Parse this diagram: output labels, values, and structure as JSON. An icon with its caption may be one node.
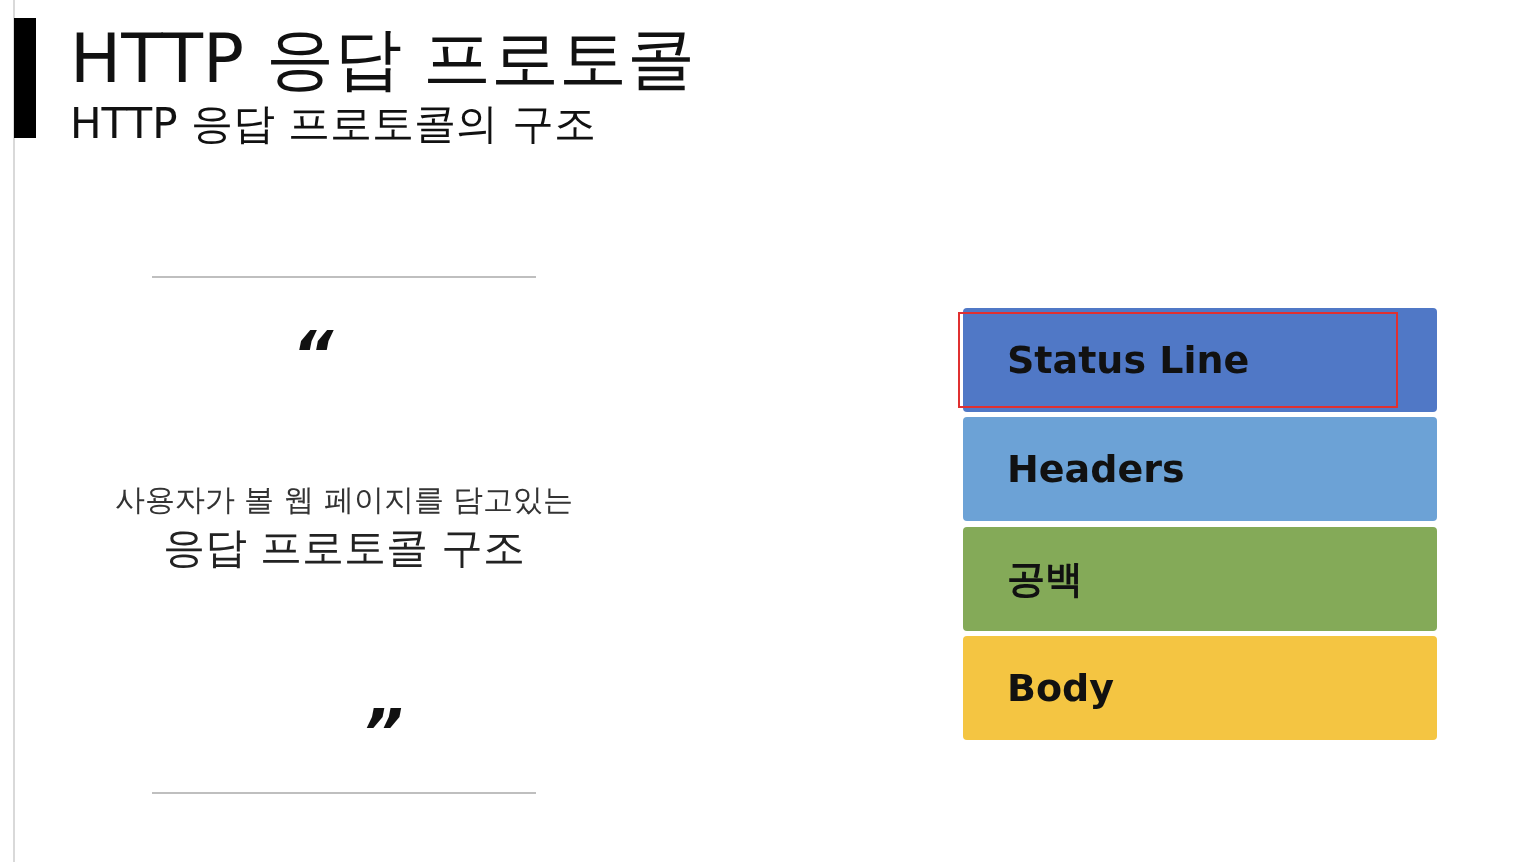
{
  "diagram": {
    "title": "HTTP 응답 프로토콜",
    "nodes": [
      {
        "text": [
          "Status Line"
        ]
      },
      {
        "text": [
          "Headers"
        ]
      },
      {
        "text": [
          "공백"
        ]
      },
      {
        "text": [
          "Body"
        ]
      }
    ],
    "labels": [
      "HTTP 응답 프로토콜의 구조",
      "“",
      "사용자가 볼 웹 페이지를 담고있는",
      "응답 프로토콜 구조",
      "”"
    ]
  }
}
